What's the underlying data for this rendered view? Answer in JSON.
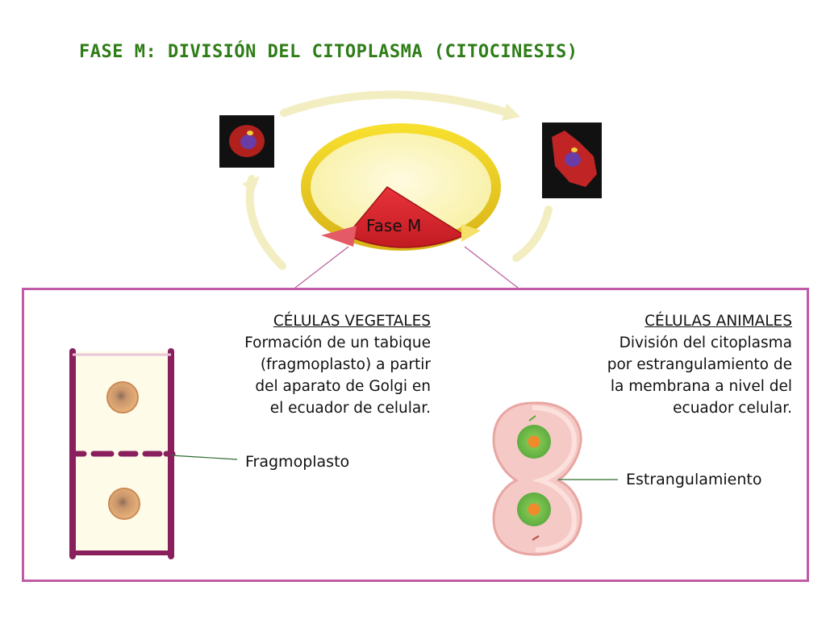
{
  "title": "FASE M: DIVISIÓN DEL CITOPLASMA (CITOCINESIS)",
  "cycle": {
    "phase_label": "Fase M"
  },
  "plant": {
    "heading": "CÉLULAS VEGETALES",
    "lines": [
      "Formación de un tabique",
      "(fragmoplasto) a partir",
      "del aparato de Golgi en",
      "el ecuador de celular."
    ],
    "label": "Fragmoplasto"
  },
  "animal": {
    "heading": "CÉLULAS ANIMALES",
    "lines": [
      "División del citoplasma",
      "por estrangulamiento de",
      "la membrana a nivel del",
      "ecuador celular."
    ],
    "label": "Estrangulamiento"
  },
  "colors": {
    "title": "#2e7d17",
    "panel_border": "#c05aa6",
    "plant_wall": "#8a1f5e",
    "ring": "#f0d21a",
    "fase_m_wedge": "#d9232b",
    "animal_cell": "#f5c9c5",
    "animal_nucleus": "#6cc24a"
  }
}
